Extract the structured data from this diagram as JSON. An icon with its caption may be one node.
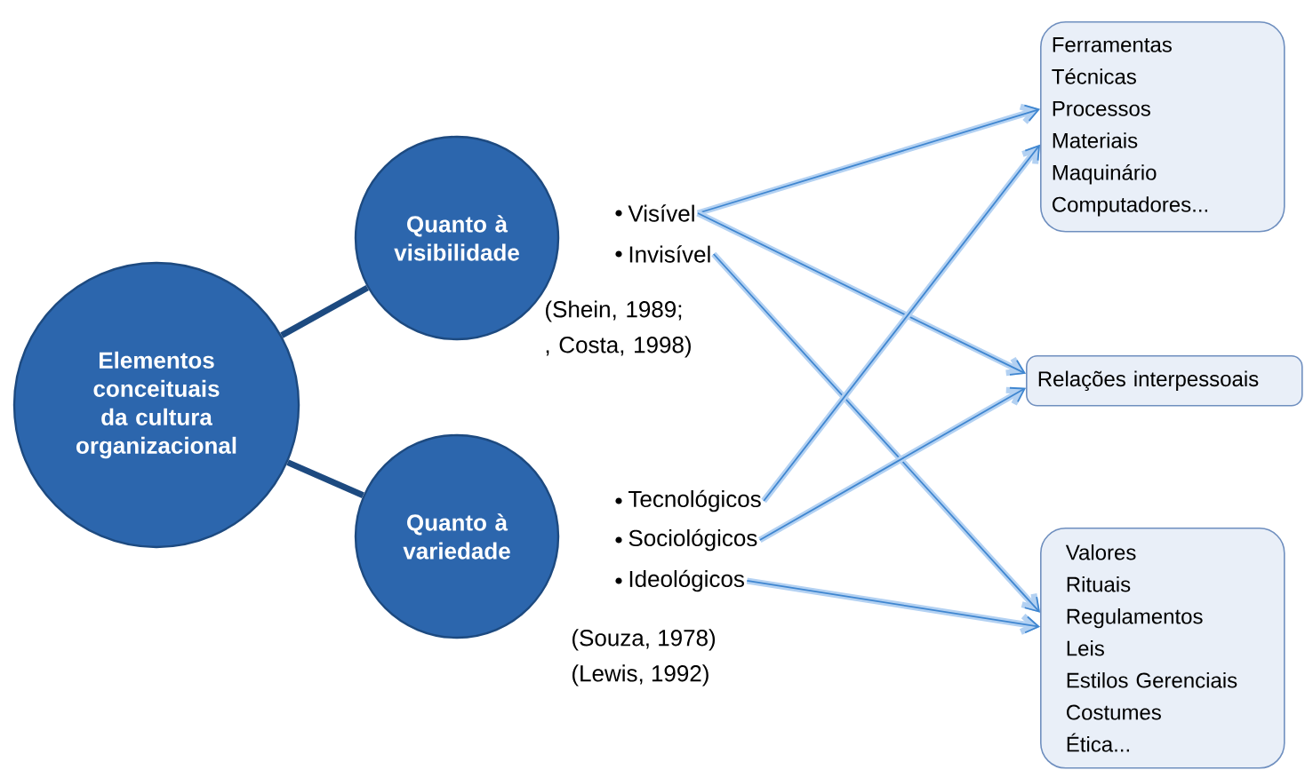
{
  "diagram": {
    "nodes": [
      {
        "text": [
          "Elementos conceituais da cultura organizacional"
        ]
      },
      {
        "text": [
          "Quanto à visibilidade"
        ]
      },
      {
        "text": [
          "Quanto à variedade"
        ]
      },
      {
        "text": [
          "Visível"
        ]
      },
      {
        "text": [
          "Invisível"
        ]
      },
      {
        "text": [
          "Tecnológicos"
        ]
      },
      {
        "text": [
          "Sociológicos"
        ]
      },
      {
        "text": [
          "Ideológicos"
        ]
      },
      {
        "text": [
          "Ferramentas",
          "Técnicas",
          "Processos",
          "Materiais",
          "Maquinário",
          "Computadores..."
        ]
      },
      {
        "text": [
          "Relações interpessoais"
        ]
      },
      {
        "text": [
          "Valores",
          "Rituais",
          "Regulamentos",
          "Leis",
          "Estilos Gerenciais",
          "Costumes",
          "Ética..."
        ]
      }
    ],
    "edges": [
      {
        "from": 0,
        "to": 1,
        "arrow": "none",
        "style": "thick"
      },
      {
        "from": 0,
        "to": 2,
        "arrow": "none",
        "style": "thick"
      },
      {
        "from": 3,
        "to": 8,
        "arrow": "to"
      },
      {
        "from": 3,
        "to": 9,
        "arrow": "to"
      },
      {
        "from": 4,
        "to": 10,
        "arrow": "to"
      },
      {
        "from": 5,
        "to": 8,
        "arrow": "to"
      },
      {
        "from": 6,
        "to": 9,
        "arrow": "to"
      },
      {
        "from": 7,
        "to": 10,
        "arrow": "to"
      }
    ],
    "labels": [
      "(Shein,  1989; , Costa, 1998)",
      "(Souza, 1978)",
      "(Lewis, 1992)"
    ]
  }
}
